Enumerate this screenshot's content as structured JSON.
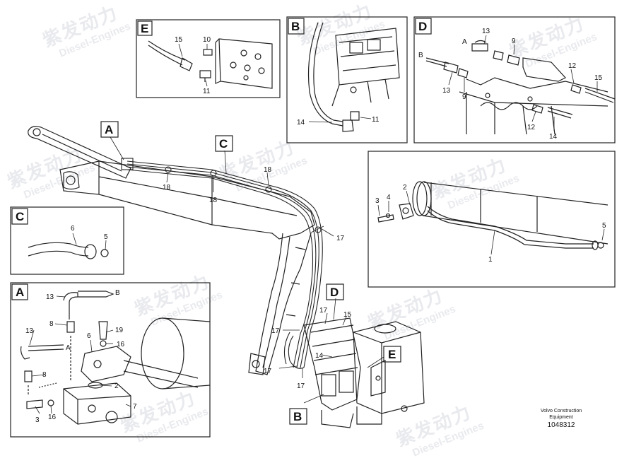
{
  "watermark": {
    "cn": "紫发动力",
    "en": "Diesel-Engines"
  },
  "footer": {
    "line1": "Volvo Construction",
    "line2": "Equipment",
    "number": "1048312"
  },
  "detail_tags": {
    "A": "A",
    "B": "B",
    "C": "C",
    "D": "D",
    "E": "E"
  },
  "part_numbers": {
    "n1": "1",
    "n2": "2",
    "n3": "3",
    "n4": "4",
    "n5": "5",
    "n6": "6",
    "n7": "7",
    "n8": "8",
    "n9": "9",
    "n10": "10",
    "n11": "11",
    "n12": "12",
    "n13": "13",
    "n14": "14",
    "n15": "15",
    "n16": "16",
    "n17": "17",
    "n18": "18",
    "n19": "19"
  },
  "port_labels": {
    "A": "A",
    "B": "B"
  }
}
